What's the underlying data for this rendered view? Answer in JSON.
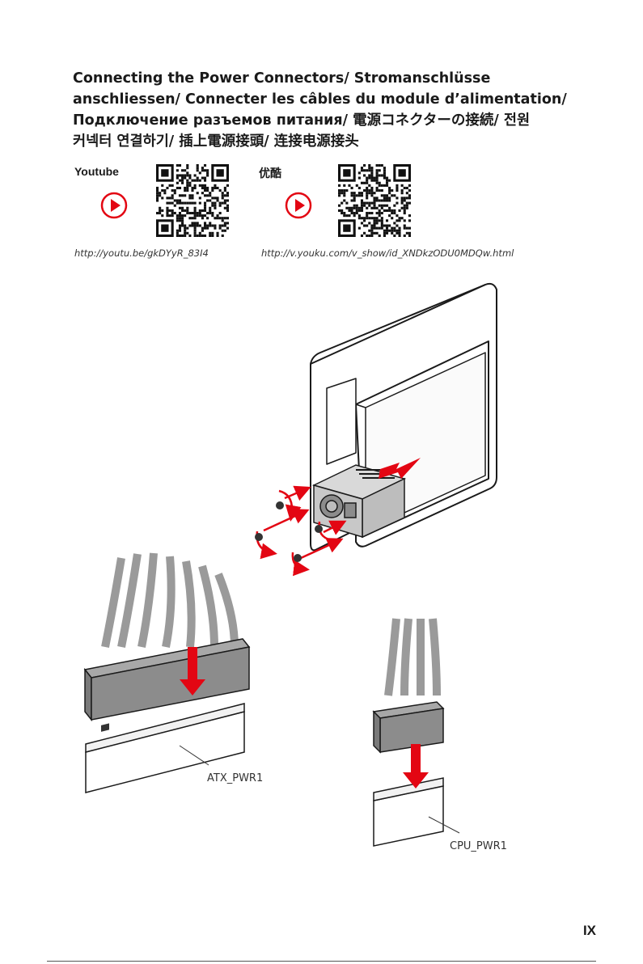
{
  "heading": {
    "line1": "Connecting the Power Connectors/ Stromanschlüsse",
    "line2": "anschliessen/ Connecter les câbles du module d’alimentation/",
    "line3": "Подключение разъемов питания/ 電源コネクターの接続/ 전원",
    "line4": "커넥터 연결하기/ 插上電源接頭/ 连接电源接头"
  },
  "videos": [
    {
      "platform": "Youtube",
      "url": "http://youtu.be/gkDYyR_83I4",
      "icon": "play-icon"
    },
    {
      "platform": "优酷",
      "url": "http://v.youku.com/v_show/id_XNDkzODU0MDQw.html",
      "icon": "play-icon"
    }
  ],
  "connectors": {
    "atx_label": "ATX_PWR1",
    "cpu_label": "CPU_PWR1"
  },
  "colors": {
    "accent_red": "#e30613",
    "connector_gray": "#8c8c8c",
    "cable_gray": "#9a9a9a",
    "outline": "#1a1a1a"
  },
  "page": {
    "number": "IX"
  }
}
